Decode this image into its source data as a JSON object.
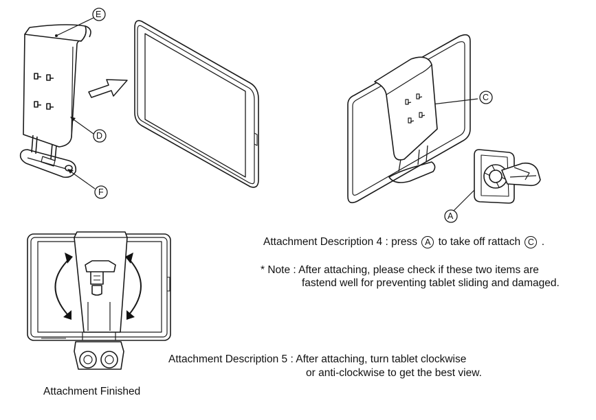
{
  "callouts": {
    "e": "E",
    "d": "D",
    "f": "F",
    "c": "C",
    "a": "A"
  },
  "description4": {
    "prefix": "Attachment Description 4 : press",
    "ref1": "A",
    "middle": "to take off rattach",
    "ref2": "C",
    "suffix": "."
  },
  "note": {
    "line1": "* Note : After attaching, please check if these two items are",
    "line2": "fastend well for preventing tablet sliding and damaged."
  },
  "description5": {
    "line1": "Attachment Description 5 : After attaching, turn tablet clockwise",
    "line2": "or anti-clockwise to get the best view."
  },
  "caption": {
    "finished": "Attachment Finished"
  },
  "colors": {
    "line": "#1a1a1a",
    "arrow_fill": "#ffffff"
  }
}
